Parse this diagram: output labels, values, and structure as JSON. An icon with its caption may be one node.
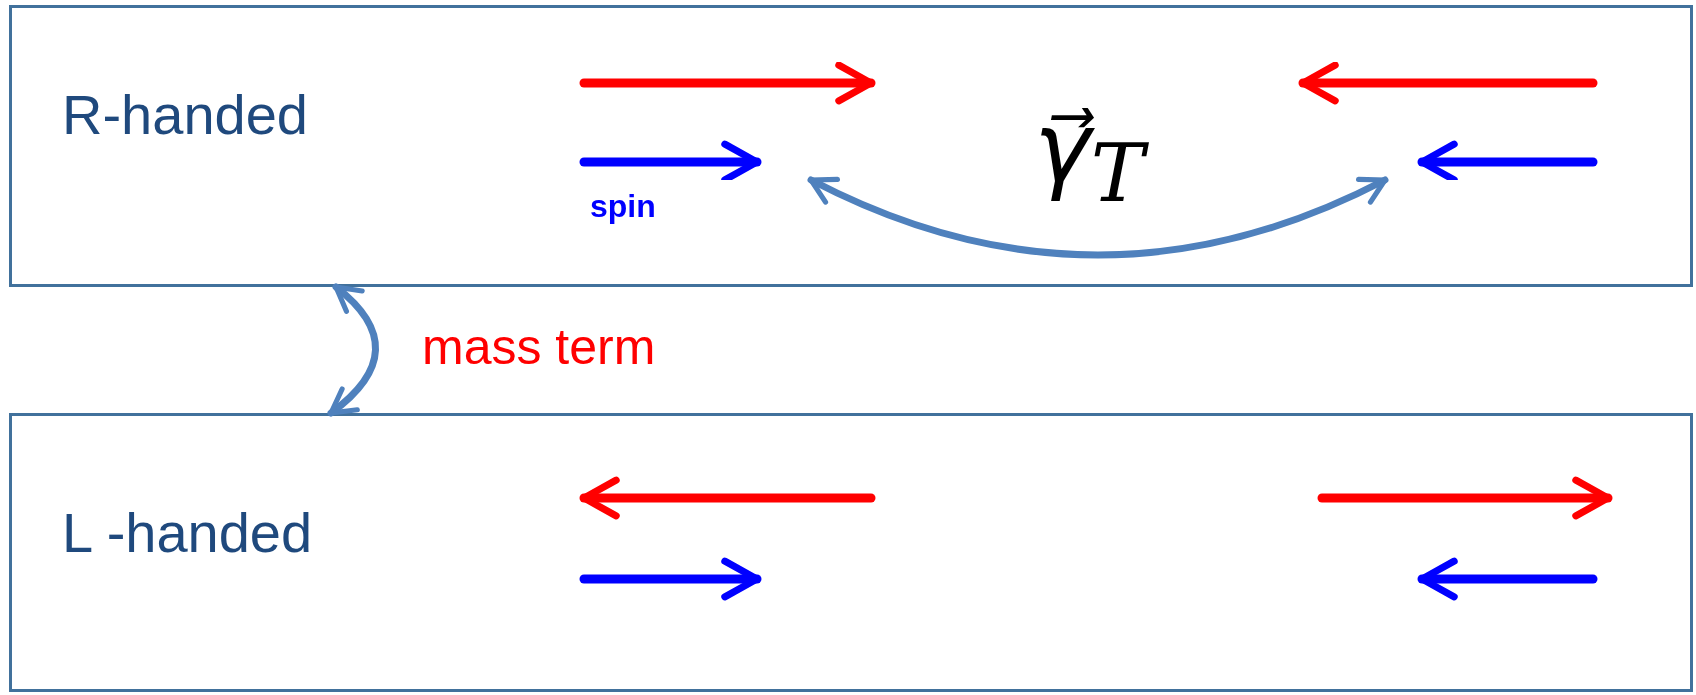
{
  "diagram": {
    "nodes": [
      {
        "text": [
          "R-handed"
        ]
      },
      {
        "text": [
          "L -handed"
        ]
      },
      {
        "text": [],
        "shape": "picture",
        "in": 0,
        "beside": [
          "spin"
        ]
      },
      {
        "text": [],
        "shape": "picture",
        "in": 0
      }
    ],
    "edges": [
      {
        "from": 0,
        "to": 1,
        "arrow": "both",
        "label": "mass term"
      },
      {
        "from": 2,
        "to": 3,
        "arrow": "both",
        "label": "γ⃗$_{T}$"
      }
    ]
  }
}
